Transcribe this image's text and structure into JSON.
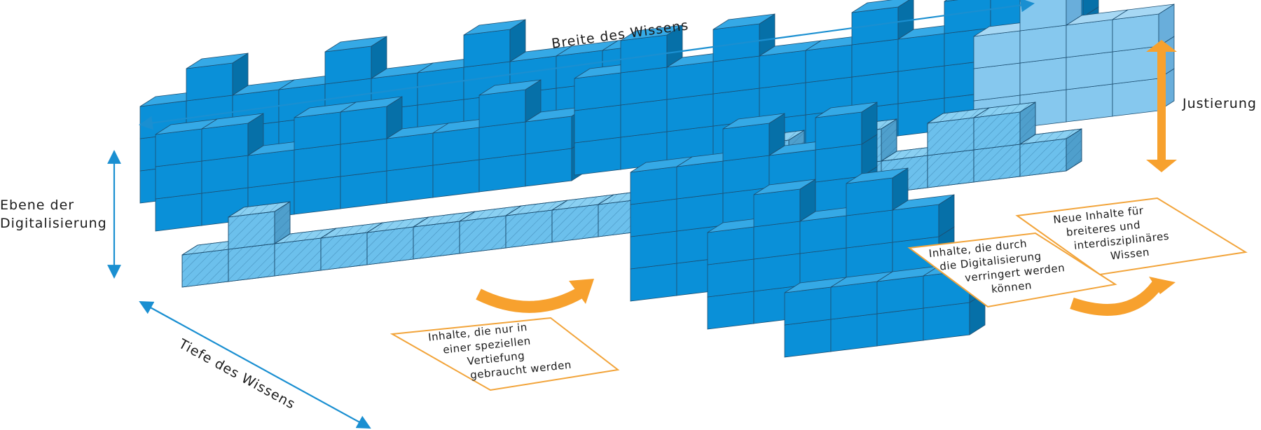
{
  "labels": {
    "breite": "Breite des Wissens",
    "tiefe": "Tiefe des Wissens",
    "ebene_line1": "Ebene der",
    "ebene_line2": "Digitalisierung",
    "justierung": "Justierung"
  },
  "notes": {
    "spezial": [
      "Inhalte, die nur in",
      "einer speziellen",
      "Vertiefung",
      "gebraucht werden"
    ],
    "digital": [
      "Inhalte, die durch",
      "die Digitalisierung",
      "verringert werden",
      "können"
    ],
    "neu": [
      "Neue Inhalte für",
      "breiteres und",
      "interdisziplinäres",
      "Wissen"
    ]
  },
  "colors": {
    "cube_blue": "#0a90d8",
    "cube_blue_dark": "#0670a8",
    "cube_hatched": "#6cc0ec",
    "cube_light": "#86c8ee",
    "axis_blue": "#1a8fd1",
    "accent_orange": "#f7a12e"
  }
}
